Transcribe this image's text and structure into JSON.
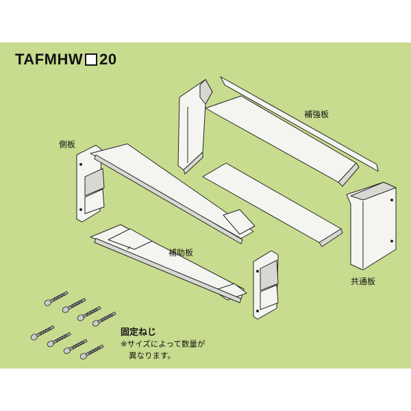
{
  "title": {
    "model_prefix": "TAFMHW",
    "model_suffix": "20"
  },
  "labels": {
    "reinforcement_plate": "補強板",
    "side_plate": "側板",
    "auxiliary_plate": "補助板",
    "common_plate": "共通板"
  },
  "screws": {
    "title": "固定ねじ",
    "note_line1": "※サイズによって数量が",
    "note_line2": "異なります。"
  },
  "colors": {
    "panel": "#c8dc8f",
    "part_face": "#f4f4f1",
    "part_shade": "#d8d8d2",
    "outline": "#222222"
  }
}
